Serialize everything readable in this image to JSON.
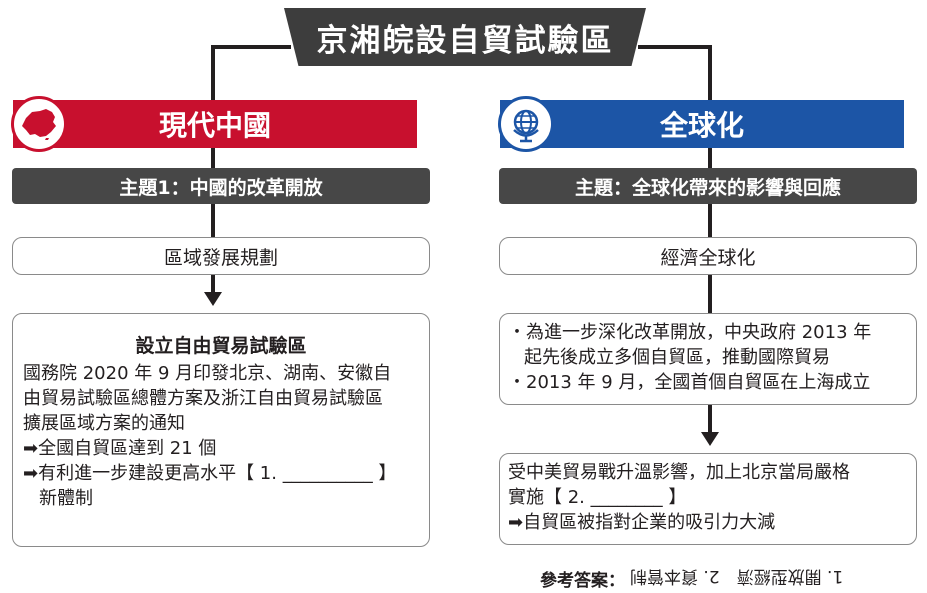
{
  "title": "京湘皖設自貿試驗區",
  "left": {
    "banner": "現代中國",
    "theme": "主題1：中國的改革開放",
    "pill": "區域發展規劃",
    "box": {
      "title": "設立自由貿易試驗區",
      "lines": [
        "國務院 2020 年 9 月印發北京、湖南、安徽自",
        "由貿易試驗區總體方案及浙江自由貿易試驗區",
        "擴展區域方案的通知",
        "➡全國自貿區達到 21 個",
        "➡有利進一步建設更高水平【 1. __________ 】",
        "新體制"
      ]
    }
  },
  "right": {
    "banner": "全球化",
    "theme": "主題：全球化帶來的影響與回應",
    "pill": "經濟全球化",
    "box1": {
      "lines": [
        "・為進一步深化改革開放，中央政府 2013 年",
        "起先後成立多個自貿區，推動國際貿易",
        "・2013 年 9 月，全國首個自貿區在上海成立"
      ]
    },
    "box2": {
      "lines": [
        "受中美貿易戰升溫影響，加上北京當局嚴格",
        "實施【 2. ________ 】",
        "➡自貿區被指對企業的吸引力大減"
      ]
    }
  },
  "answer": {
    "label": "參考答案：",
    "text": "1. 開放型經濟　2. 資本管制"
  },
  "colors": {
    "red": "#c8102e",
    "blue": "#1c55a6",
    "dark": "#3d3d3d"
  }
}
